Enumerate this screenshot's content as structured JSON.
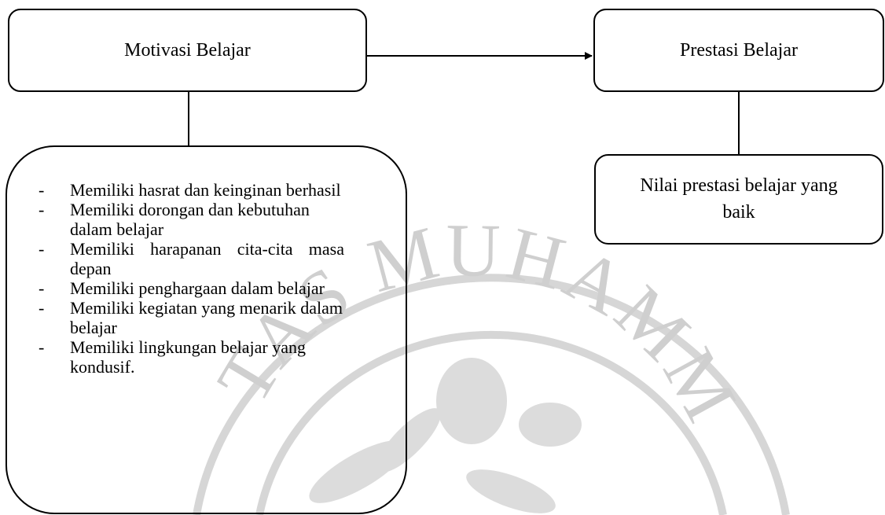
{
  "nodes": {
    "motivasi": {
      "label": "Motivasi Belajar"
    },
    "prestasi": {
      "label": "Prestasi Belajar"
    },
    "nilai": {
      "label": "Nilai prestasi belajar yang baik"
    }
  },
  "indikator": {
    "bullet": "-",
    "items": [
      "Memiliki hasrat dan keinginan berhasil",
      "Memiliki dorongan dan kebutuhan dalam belajar",
      "Memiliki harapanan cita-cita masa depan",
      "Memiliki penghargaan dalam belajar",
      "Memiliki kegiatan yang menarik dalam belajar",
      "Memiliki lingkungan belajar yang kondusif."
    ]
  },
  "watermark": {
    "text": "TAS MUHAMM",
    "color": "#cfcfcf"
  },
  "edges": [
    {
      "from": "motivasi",
      "to": "prestasi",
      "type": "arrow"
    },
    {
      "from": "motivasi",
      "to": "indikator",
      "type": "line"
    },
    {
      "from": "prestasi",
      "to": "nilai",
      "type": "line"
    }
  ]
}
